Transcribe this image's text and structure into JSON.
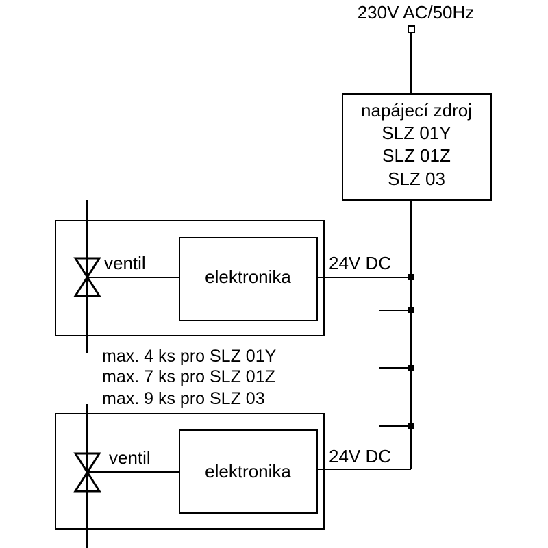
{
  "supply": {
    "mains_label": "230V AC/50Hz"
  },
  "power_supply": {
    "line1": "napájecí zdroj",
    "line2": "SLZ 01Y",
    "line3": "SLZ 01Z",
    "line4": "SLZ 03"
  },
  "unit_top": {
    "valve_label": "ventil",
    "electronics_label": "elektronika",
    "voltage_label": "24V DC"
  },
  "unit_bottom": {
    "valve_label": "ventil",
    "electronics_label": "elektronika",
    "voltage_label": "24V DC"
  },
  "notes": [
    "max. 4 ks pro SLZ 01Y",
    "max. 7 ks pro SLZ 01Z",
    "max. 9 ks pro SLZ 03"
  ],
  "colors": {
    "line": "#000000",
    "background": "#ffffff"
  }
}
